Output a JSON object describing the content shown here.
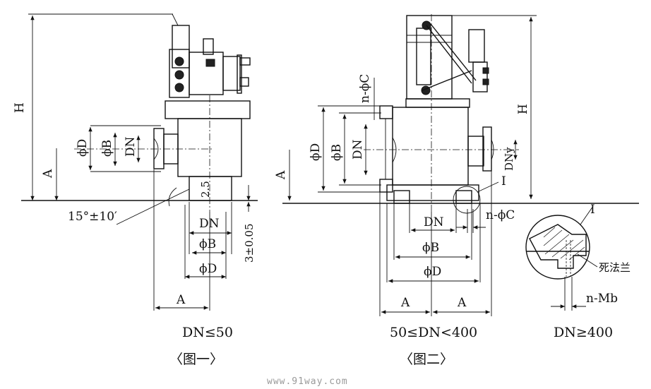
{
  "labels": {
    "H": "H",
    "phiD": "ϕD",
    "phiB": "ϕB",
    "DN": "DN",
    "A": "A",
    "t25": "2.5",
    "t305": "3±0.05",
    "angle": "15°±10′",
    "nphiC": "n-ϕC",
    "DNy": "DNy",
    "I": "I",
    "dead_flange": "死法兰",
    "nMb": "n-Mb"
  },
  "captions": {
    "range1": "DN≤50",
    "fig1": "〈图一〉",
    "range2": "50≤DN<400",
    "fig2": "〈图二〉",
    "range3": "DN≥400"
  },
  "watermark": "www.91way.com"
}
